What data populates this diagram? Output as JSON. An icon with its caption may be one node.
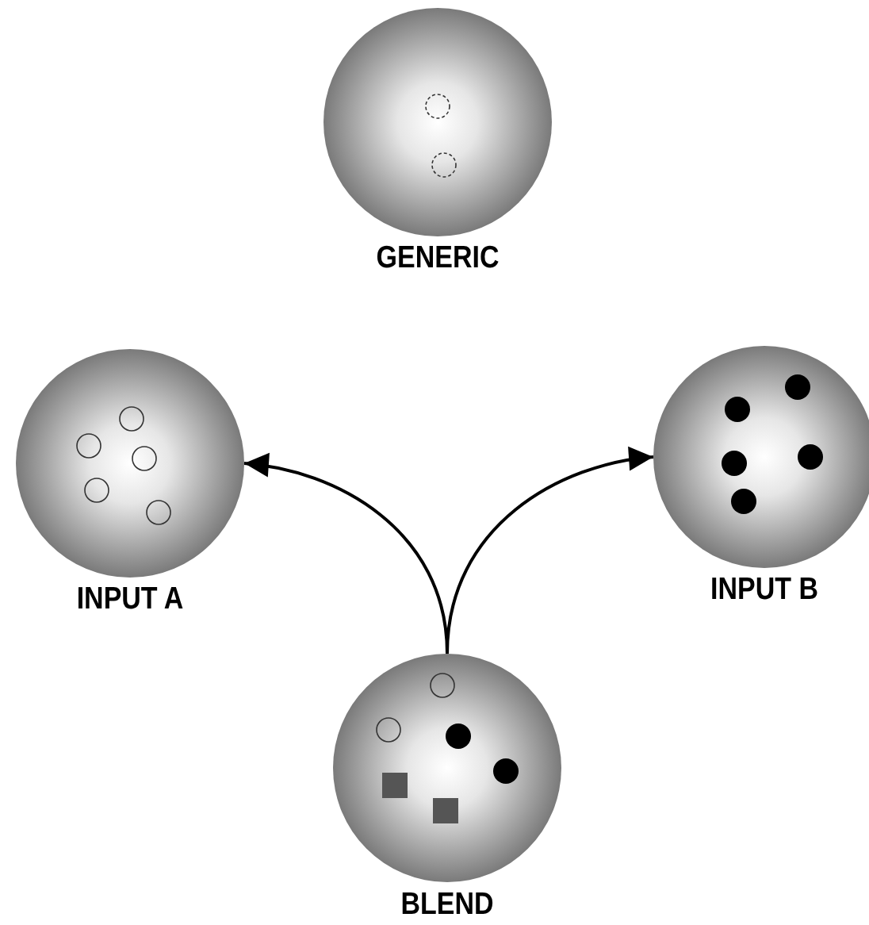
{
  "diagram": {
    "nodes": [
      {
        "text": [
          "GENERIC"
        ]
      },
      {
        "text": [
          "INPUT A"
        ]
      },
      {
        "text": [
          "INPUT B"
        ]
      },
      {
        "text": [
          "BLEND"
        ]
      }
    ],
    "edges": [
      {
        "from": 3,
        "to": 1,
        "arrow": "to"
      },
      {
        "from": 3,
        "to": 2,
        "arrow": "to"
      }
    ]
  }
}
